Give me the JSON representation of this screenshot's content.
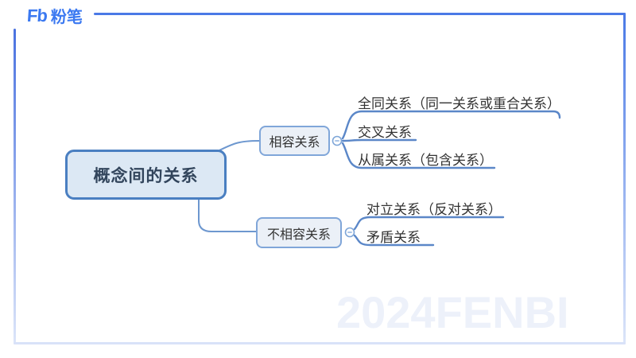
{
  "brand": {
    "logo_mark": "Fb",
    "logo_text": "粉笔",
    "watermark": "2024FENBI"
  },
  "colors": {
    "accent_blue": "#3b79f1",
    "frame_blue": "#4a79e6",
    "frame_light": "#d9e2f8",
    "root_fill": "#dce8f4",
    "root_border": "#4a7fc1",
    "branch_fill": "#ebf0f7",
    "branch_border": "#80a6d9",
    "connector_line": "#6d97cf",
    "underline": "#5b87c8",
    "text_dark": "#32455c",
    "leaf_text": "#333333",
    "watermark_color": "#edf1fa"
  },
  "mindmap": {
    "root": {
      "label": "概念间的关系"
    },
    "branches": [
      {
        "label": "相容关系",
        "children": [
          {
            "label": "全同关系（同一关系或重合关系）"
          },
          {
            "label": "交叉关系"
          },
          {
            "label": "从属关系（包含关系）"
          }
        ]
      },
      {
        "label": "不相容关系",
        "children": [
          {
            "label": "对立关系（反对关系）"
          },
          {
            "label": "矛盾关系"
          }
        ]
      }
    ]
  }
}
